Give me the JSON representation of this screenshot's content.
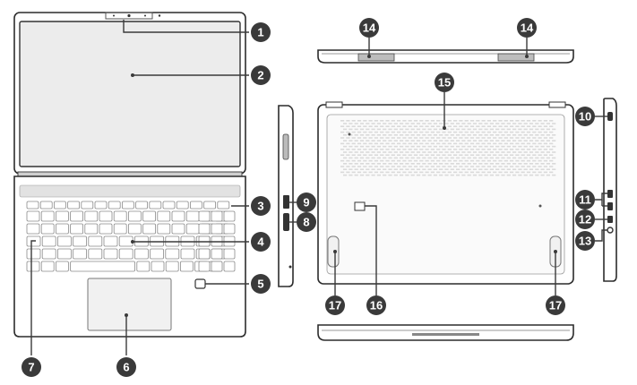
{
  "callouts": [
    {
      "id": "c1",
      "label": "1"
    },
    {
      "id": "c2",
      "label": "2"
    },
    {
      "id": "c3",
      "label": "3"
    },
    {
      "id": "c4",
      "label": "4"
    },
    {
      "id": "c5",
      "label": "5"
    },
    {
      "id": "c6",
      "label": "6"
    },
    {
      "id": "c7",
      "label": "7"
    },
    {
      "id": "c8",
      "label": "8"
    },
    {
      "id": "c9",
      "label": "9"
    },
    {
      "id": "c10",
      "label": "10"
    },
    {
      "id": "c11",
      "label": "11"
    },
    {
      "id": "c12",
      "label": "12"
    },
    {
      "id": "c13",
      "label": "13"
    },
    {
      "id": "c14a",
      "label": "14"
    },
    {
      "id": "c14b",
      "label": "14"
    },
    {
      "id": "c15",
      "label": "15"
    },
    {
      "id": "c16",
      "label": "16"
    },
    {
      "id": "c17a",
      "label": "17"
    },
    {
      "id": "c17b",
      "label": "17"
    }
  ]
}
